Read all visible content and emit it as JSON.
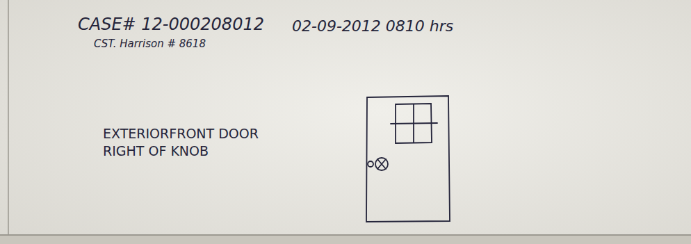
{
  "diagram": {
    "labels": [
      "CASE# 12-000208012",
      "02-09-2012 0810 hrs",
      "CST. Harrison # 8618",
      "EXTERIORFRONT DOOR RIGHT OF KNOB"
    ]
  }
}
